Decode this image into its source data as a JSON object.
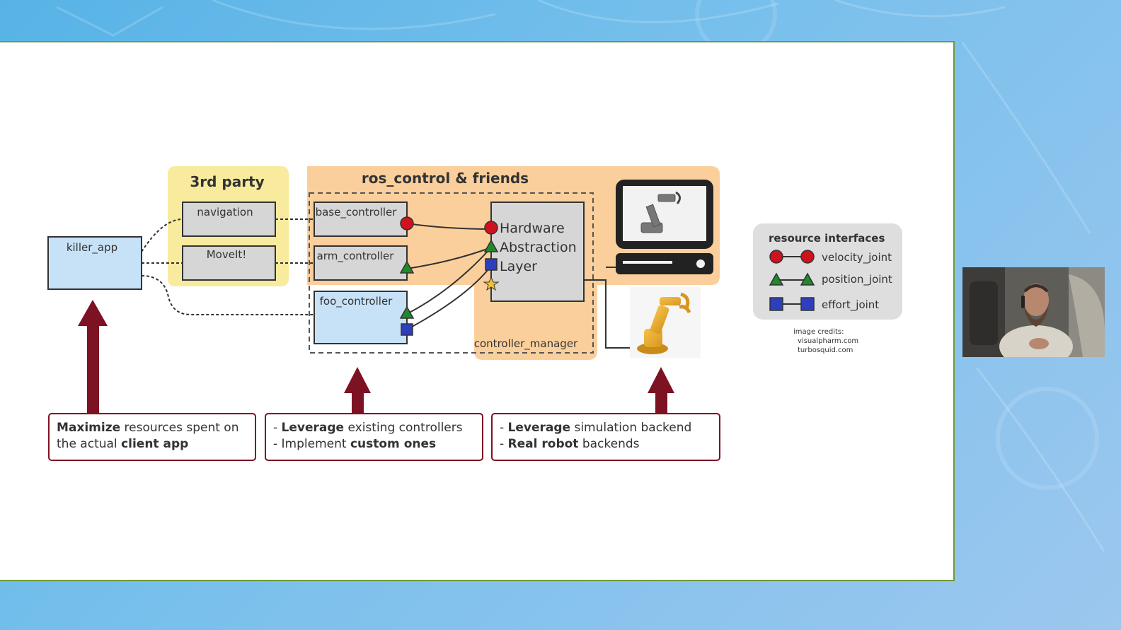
{
  "diagram": {
    "third_party": {
      "title": "3rd party",
      "items": [
        "navigation",
        "MoveIt!"
      ]
    },
    "ros_control": {
      "title": "ros_control & friends",
      "controllers": [
        "base_controller",
        "arm_controller",
        "foo_controller"
      ],
      "manager_label": "controller_manager",
      "hal_lines": [
        "Hardware",
        "Abstraction",
        "Layer"
      ]
    },
    "client_app": "killer_app"
  },
  "legend": {
    "title": "resource interfaces",
    "items": [
      "velocity_joint",
      "position_joint",
      "effort_joint"
    ],
    "credits": [
      "image credits:",
      "visualpharm.com",
      "turbosquid.com"
    ]
  },
  "callouts": {
    "left": {
      "line1_bold": "Maximize",
      "line1_rest": " resources spent on",
      "line2_prefix": "the actual ",
      "line2_bold": "client app"
    },
    "middle": {
      "line1_prefix": "- ",
      "line1_bold": "Leverage",
      "line1_rest": " existing controllers",
      "line2_prefix": "- Implement ",
      "line2_bold": "custom ones"
    },
    "right": {
      "line1_prefix": "- ",
      "line1_bold": "Leverage",
      "line1_rest": " simulation backend",
      "line2_prefix": "- ",
      "line2_bold": "Real robot",
      "line2_rest": " backends"
    }
  },
  "colors": {
    "velocity": "#d0121e",
    "position": "#1e8a2a",
    "effort": "#2d3fbf",
    "arrow": "#7d1222",
    "third_party_bg": "#f8eb9e",
    "ros_control_bg": "#fbcf9c"
  }
}
